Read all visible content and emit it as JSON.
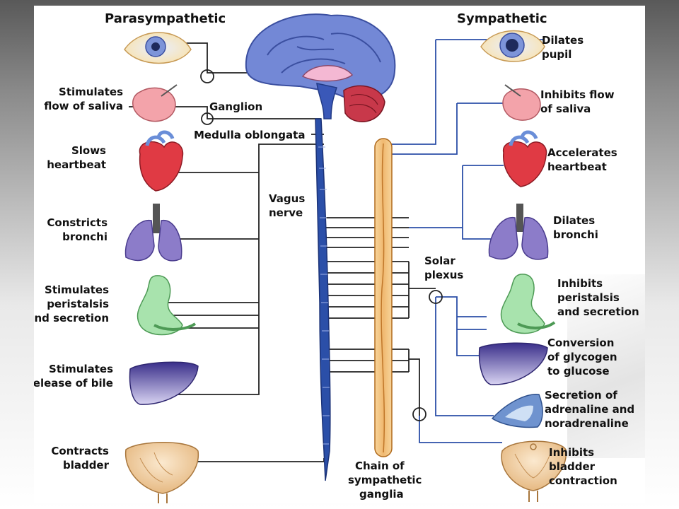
{
  "headers": {
    "left": "Parasympathetic",
    "right": "Sympathetic"
  },
  "parasympathetic": [
    [
      "Stimulates",
      "flow of saliva"
    ],
    [
      "Slows",
      "heartbeat"
    ],
    [
      "Constricts",
      "bronchi"
    ],
    [
      "Stimulates",
      "peristalsis",
      "and secretion"
    ],
    [
      "Stimulates",
      "release of bile"
    ],
    [
      "Contracts",
      "bladder"
    ]
  ],
  "sympathetic": [
    [
      "Dilates",
      "pupil"
    ],
    [
      "Inhibits flow",
      "of saliva"
    ],
    [
      "Accelerates",
      "heartbeat"
    ],
    [
      "Dilates",
      "bronchi"
    ],
    [
      "Inhibits",
      "peristalsis",
      "and secretion"
    ],
    [
      "Conversion",
      "of glycogen",
      "to glucose"
    ],
    [
      "Secretion of",
      "adrenaline and",
      "noradrenaline"
    ],
    [
      "Inhibits",
      "bladder",
      "contraction"
    ]
  ],
  "structures": {
    "ganglion": "Ganglion",
    "medulla": "Medulla oblongata",
    "vagus": [
      "Vagus",
      "nerve"
    ],
    "solar_plexus": [
      "Solar",
      "plexus"
    ],
    "chain": [
      "Chain of",
      "sympathetic",
      "ganglia"
    ]
  },
  "colors": {
    "nerve_blue": "#2b4fa8",
    "spine_orange": "#f2c27a",
    "lung_purple": "#8c7cc9"
  }
}
